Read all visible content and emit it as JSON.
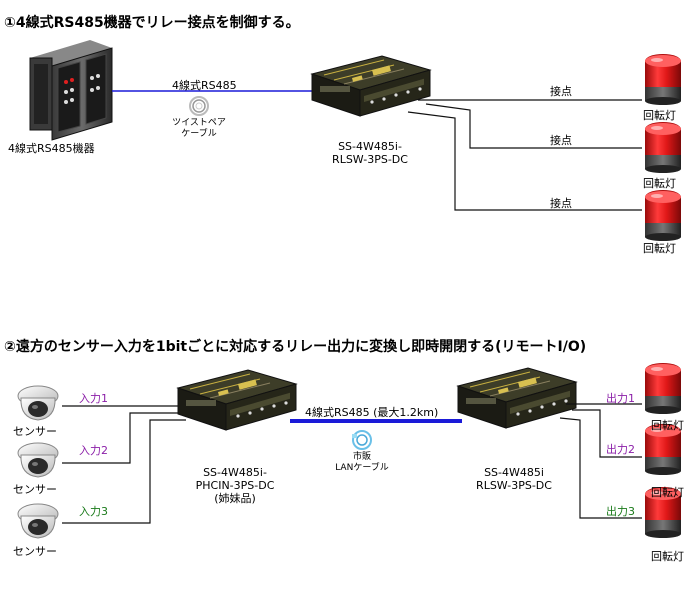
{
  "section1": {
    "title": "①4線式RS485機器でリレー接点を制御する。",
    "device_label": "4線式RS485機器",
    "line_label": "4線式RS485",
    "cable_label_line1": "ツイストペア",
    "cable_label_line2": "ケーブル",
    "relay_label_line1": "SS-4W485i-",
    "relay_label_line2": "RLSW-3PS-DC",
    "contact_label": "接点",
    "lamp_label": "回転灯"
  },
  "section2": {
    "title": "②遠方のセンサー入力を1bitごとに対応するリレー出力に変換し即時開閉する(リモートI/O)",
    "sensor_label": "センサー",
    "inputs": [
      "入力1",
      "入力2",
      "入力3"
    ],
    "outputs": [
      "出力1",
      "出力2",
      "出力3"
    ],
    "left_device_line1": "SS-4W485i-",
    "left_device_line2": "PHCIN-3PS-DC",
    "left_device_line3": "(姉妹品)",
    "line_label": "4線式RS485 (最大1.2km)",
    "cable_label_line1": "市販",
    "cable_label_line2": "LANケーブル",
    "right_device_line1": "SS-4W485i",
    "right_device_line2": "RLSW-3PS-DC",
    "lamp_label": "回転灯"
  },
  "colors": {
    "rs485_line": "#1a1ad8",
    "lamp_red": "#e01818",
    "input_text": "#8b1fa8",
    "input3_text": "#1a7a1a"
  }
}
